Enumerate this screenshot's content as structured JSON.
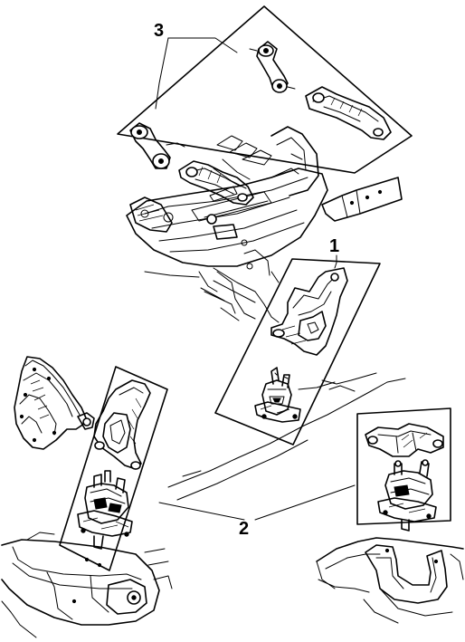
{
  "callouts": {
    "one": "1",
    "two": "2",
    "three": "3"
  },
  "colors": {
    "line": "#000000",
    "background": "#ffffff"
  }
}
